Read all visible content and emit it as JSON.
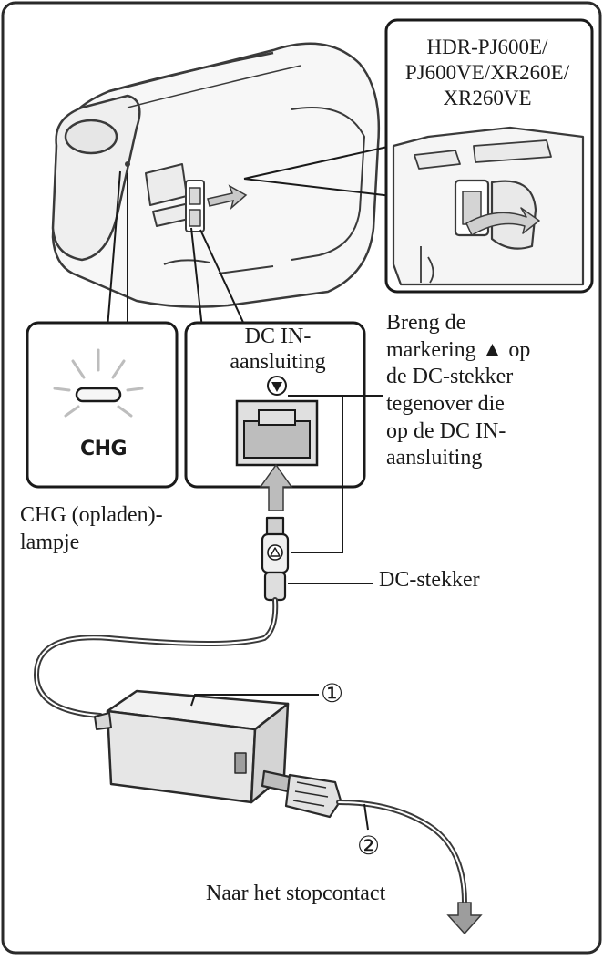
{
  "model_label": [
    "HDR-PJ600E/",
    "PJ600VE/XR260E/",
    "XR260VE"
  ],
  "chg_lamp_text": "CHG",
  "dc_in_label": [
    "DC IN-",
    "aansluiting"
  ],
  "instruction": {
    "line1": "Breng de",
    "line2_before": "markering ",
    "line2_symbol": "▲",
    "line2_after": " op",
    "line3": "de DC-stekker",
    "line4": "tegenover die",
    "line5": "op de DC IN-",
    "line6": "aansluiting"
  },
  "chg_lamp_label": [
    "CHG (opladen)-",
    "lampje"
  ],
  "dc_plug_label": "DC-stekker",
  "callout_1": "①",
  "callout_2": "②",
  "outlet_label": "Naar het stopcontact",
  "icons": [
    "camcorder-illustration",
    "dc-in-jack-icon",
    "dc-plug-icon",
    "ac-adapter-icon",
    "power-cord-icon",
    "arrow-up-icon",
    "arrow-down-icon",
    "mark-triangle-icon"
  ]
}
